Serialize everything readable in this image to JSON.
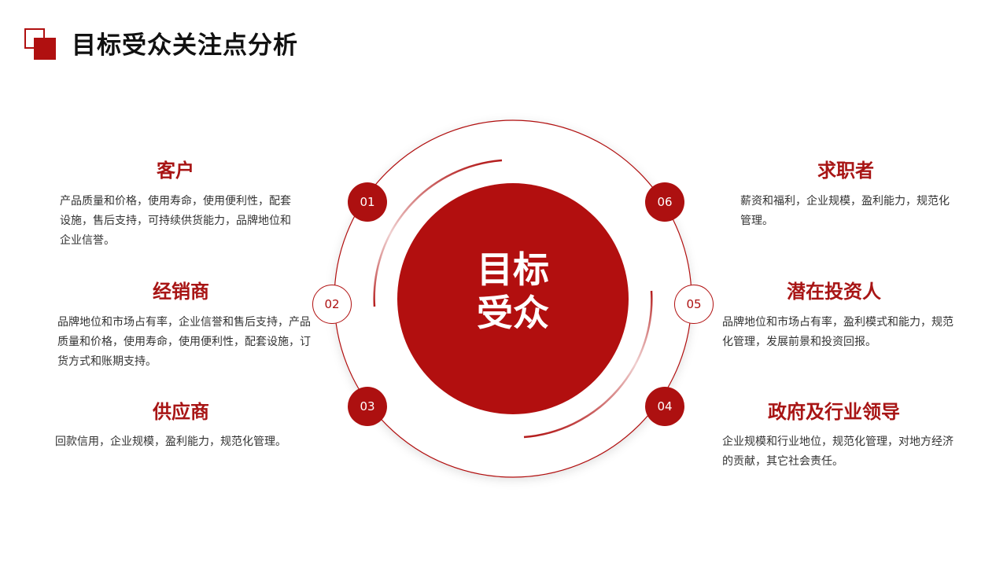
{
  "page": {
    "title": "目标受众关注点分析"
  },
  "center": {
    "line1": "目标",
    "line2": "受众"
  },
  "colors": {
    "accent": "#ad1010",
    "text": "#333333",
    "title_red": "#a81515"
  },
  "groups": [
    {
      "number": "01",
      "title": "客户",
      "description": "产品质量和价格，使用寿命，使用便利性，配套设施，售后支持，可持续供货能力，品牌地位和企业信誉。"
    },
    {
      "number": "02",
      "title": "经销商",
      "description": "品牌地位和市场占有率，企业信誉和售后支持，产品质量和价格，使用寿命，使用便利性，配套设施，订货方式和账期支持。"
    },
    {
      "number": "03",
      "title": "供应商",
      "description": "回款信用，企业规模，盈利能力，规范化管理。"
    },
    {
      "number": "04",
      "title": "政府及行业领导",
      "description": "企业规模和行业地位，规范化管理，对地方经济的贡献，其它社会责任。"
    },
    {
      "number": "05",
      "title": "潜在投资人",
      "description": "品牌地位和市场占有率，盈利模式和能力，规范化管理，发展前景和投资回报。"
    },
    {
      "number": "06",
      "title": "求职者",
      "description": "薪资和福利，企业规模，盈利能力，规范化管理。"
    }
  ]
}
